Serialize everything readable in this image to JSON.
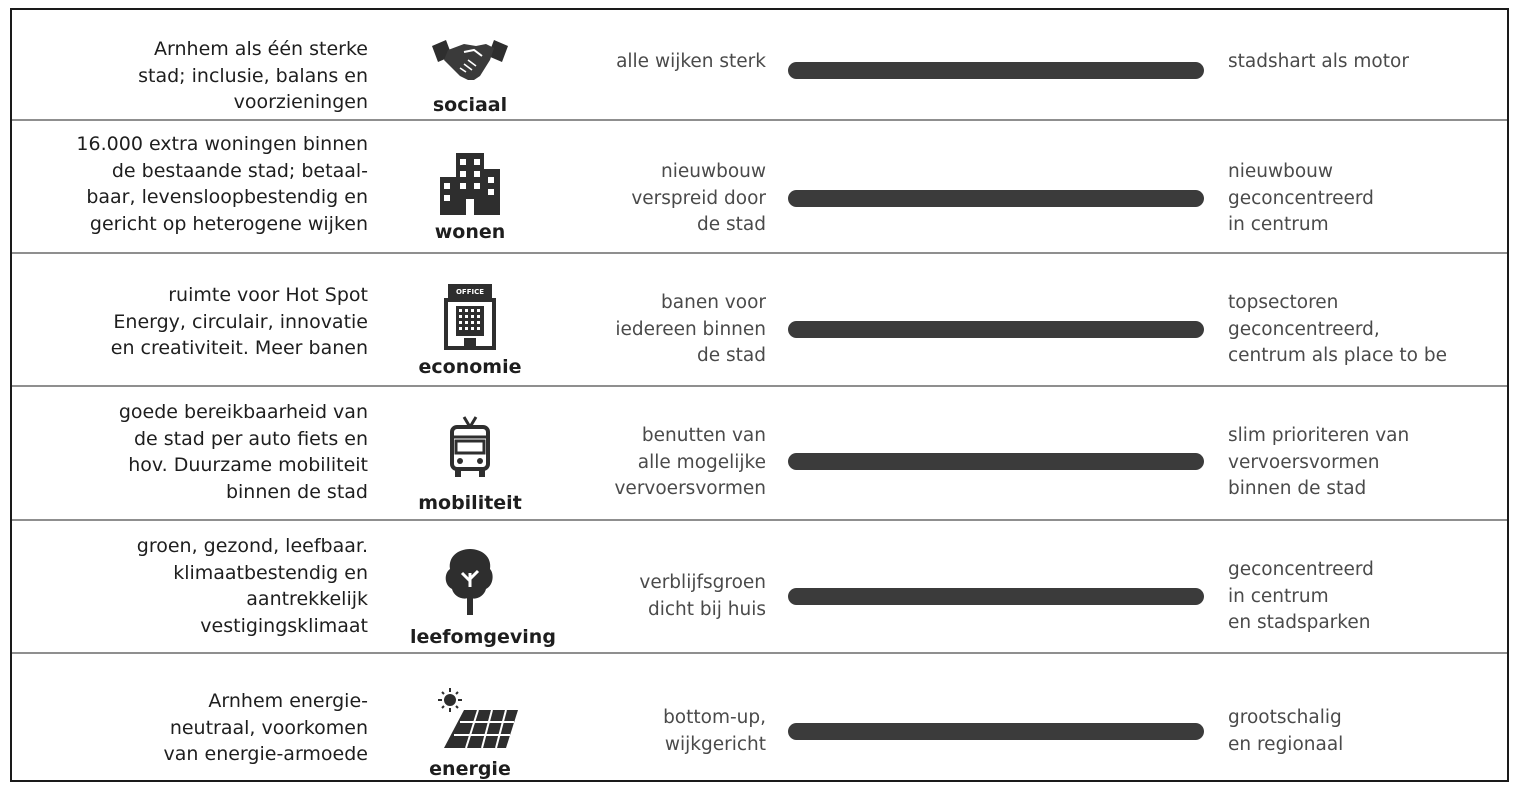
{
  "rows": [
    {
      "goal": [
        "Arnhem als één sterke",
        "stad; inclusie, balans en",
        "voorzieningen"
      ],
      "icon": "handshake-icon",
      "label": "sociaal",
      "left": [
        "alle wijken sterk"
      ],
      "right": [
        "stadshart als motor"
      ]
    },
    {
      "goal": [
        "16.000 extra woningen binnen",
        "de bestaande stad;  betaal-",
        "baar, levensloopbestendig en",
        "gericht op heterogene wijken"
      ],
      "icon": "apartment-building-icon",
      "label": "wonen",
      "left": [
        "nieuwbouw",
        "verspreid door",
        "de stad"
      ],
      "right": [
        "nieuwbouw",
        "geconcentreerd",
        "in centrum"
      ]
    },
    {
      "goal": [
        "ruimte voor Hot Spot",
        "Energy, circulair, innovatie",
        "en creativiteit. Meer banen"
      ],
      "icon": "office-building-icon",
      "office_sign": "OFFICE",
      "label": "economie",
      "left": [
        "banen voor",
        "iedereen binnen",
        "de stad"
      ],
      "right": [
        "topsectoren",
        "geconcentreerd,",
        "centrum als place to be"
      ]
    },
    {
      "goal": [
        "goede bereikbaarheid van",
        "de stad per auto fiets en",
        "hov. Duurzame mobiliteit",
        "binnen de stad"
      ],
      "icon": "trolleybus-icon",
      "label": "mobiliteit",
      "left": [
        "benutten van",
        "alle mogelijke",
        "vervoersvormen"
      ],
      "right": [
        "slim prioriteren van",
        "vervoersvormen",
        "binnen de stad"
      ]
    },
    {
      "goal": [
        "groen, gezond, leefbaar.",
        "klimaatbestendig en",
        "aantrekkelijk",
        "vestigingsklimaat"
      ],
      "icon": "tree-icon",
      "label": "leefomgeving",
      "left": [
        "verblijfsgroen",
        "dicht bij huis"
      ],
      "right": [
        "geconcentreerd",
        "in centrum",
        "en stadsparken"
      ]
    },
    {
      "goal": [
        "Arnhem energie-",
        "neutraal, voorkomen",
        "van energie-armoede"
      ],
      "icon": "solar-panel-icon",
      "label": "energie",
      "left": [
        "bottom-up,",
        "wijkgericht"
      ],
      "right": [
        "grootschalig",
        "en regionaal"
      ]
    }
  ]
}
